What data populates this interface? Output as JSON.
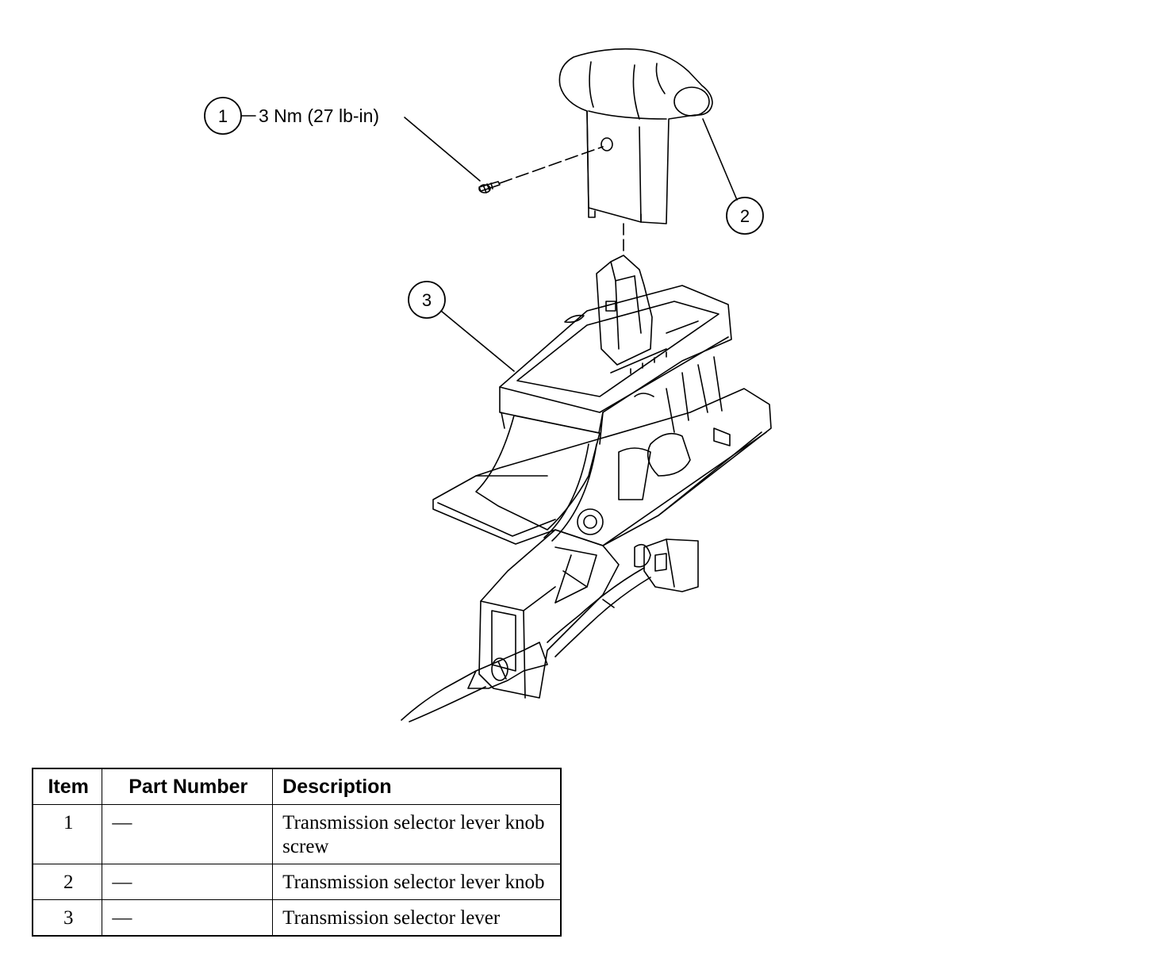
{
  "callouts": {
    "c1": "1",
    "c2": "2",
    "c3": "3",
    "torque": "3 Nm (27 lb-in)"
  },
  "table": {
    "headers": [
      "Item",
      "Part Number",
      "Description"
    ],
    "rows": [
      {
        "item": "1",
        "part": "—",
        "desc": "Transmission selector lever knob screw"
      },
      {
        "item": "2",
        "part": "—",
        "desc": "Transmission selector lever knob"
      },
      {
        "item": "3",
        "part": "—",
        "desc": "Transmission selector lever"
      }
    ]
  }
}
